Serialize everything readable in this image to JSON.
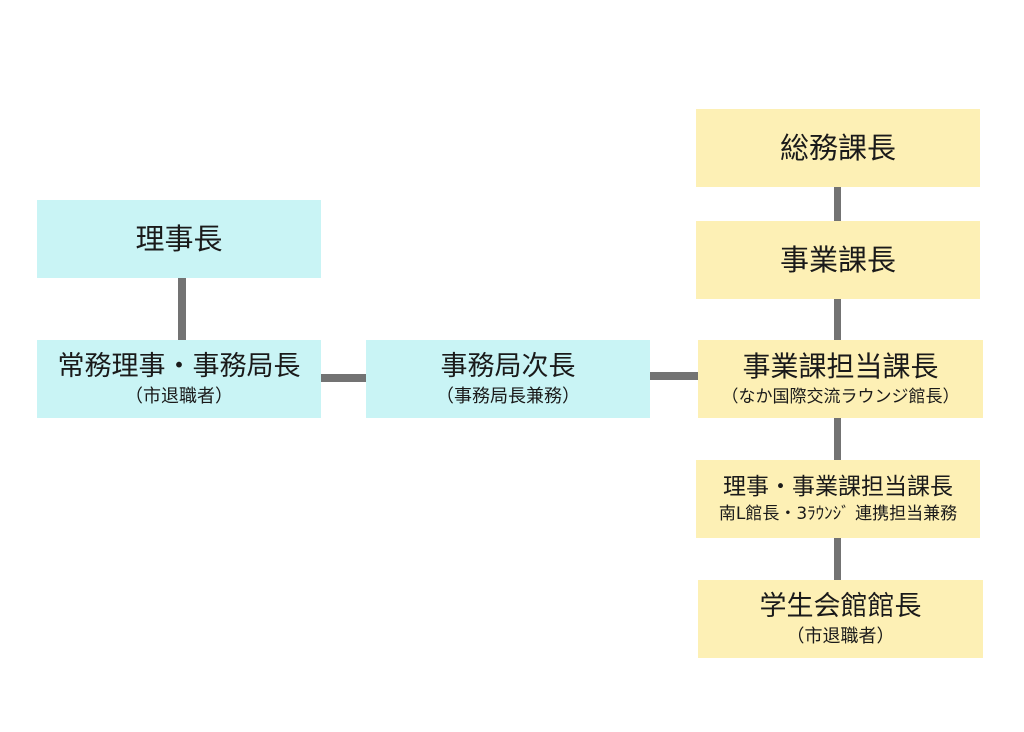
{
  "colors": {
    "executive": "#c9f4f5",
    "division": "#fdf0b5",
    "connector": "#737373"
  },
  "nodes": {
    "chairman": {
      "title": "理事長"
    },
    "managing_director": {
      "title": "常務理事・事務局長",
      "subtitle": "（市退職者）"
    },
    "deputy_secretary": {
      "title": "事務局次長",
      "subtitle": "（事務局長兼務）"
    },
    "general_affairs": {
      "title": "総務課長"
    },
    "business": {
      "title": "事業課長"
    },
    "business_manager": {
      "title": "事業課担当課長",
      "subtitle": "（なか国際交流ラウンジ館長）"
    },
    "director_business_manager": {
      "title": "理事・事業課担当課長",
      "subtitle": "南L館長・3ﾗｳﾝｼﾞ 連携担当兼務"
    },
    "student_hall": {
      "title": "学生会館館長",
      "subtitle": "（市退職者）"
    }
  }
}
